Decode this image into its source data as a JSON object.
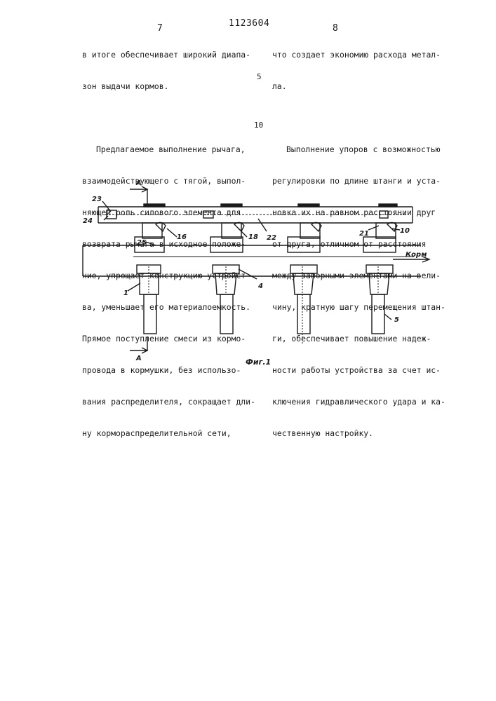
{
  "header": {
    "page_left": "7",
    "doc_number": "1123604",
    "page_right": "8"
  },
  "left_column": [
    "в итоге обеспечивает широкий диапа-",
    "зон выдачи кормов.",
    "",
    "Предлагаемое выполнение рычага,",
    "взаимодействующего с тягой, выпол-",
    "няющей роль силового элемента для",
    "возврата рычага в исходное положе-",
    "ние, упрощает конструкцию устройст-",
    "ва, уменьшает его материалоемкость.",
    "Прямое поступление смеси из кормо-",
    "провода в кормушки, без использо-",
    "вания распределителя, сокращает дли-",
    "ну кормораспределительной сети,"
  ],
  "right_column": [
    "что создает экономию расхода метал-",
    "ла.",
    "",
    "Выполнение упоров с возможностью",
    "регулировки по длине штанги и уста-",
    "новка их на равном расстоянии друг",
    "от друга, отличном от расстояния",
    "между запорными элементами на вели-",
    "чину, кратную шагу перемещения штан-",
    "ги, обеспечивает повышение надеж-",
    "ности работы устройства за счет ис-",
    "ключения гидравлического удара и ка-",
    "чественную настройку."
  ],
  "line_numbers": [
    "5",
    "10"
  ],
  "figure": {
    "caption": "Фиг.1",
    "flow_label": "Корм",
    "section_marks": [
      "A",
      "A"
    ],
    "labels": {
      "l23": "23",
      "l24": "24",
      "l25": "25",
      "l16": "16",
      "l18": "18",
      "l22": "22",
      "l21": "21",
      "l10": "10",
      "l4": "4",
      "l1": "1",
      "l5": "5"
    }
  }
}
